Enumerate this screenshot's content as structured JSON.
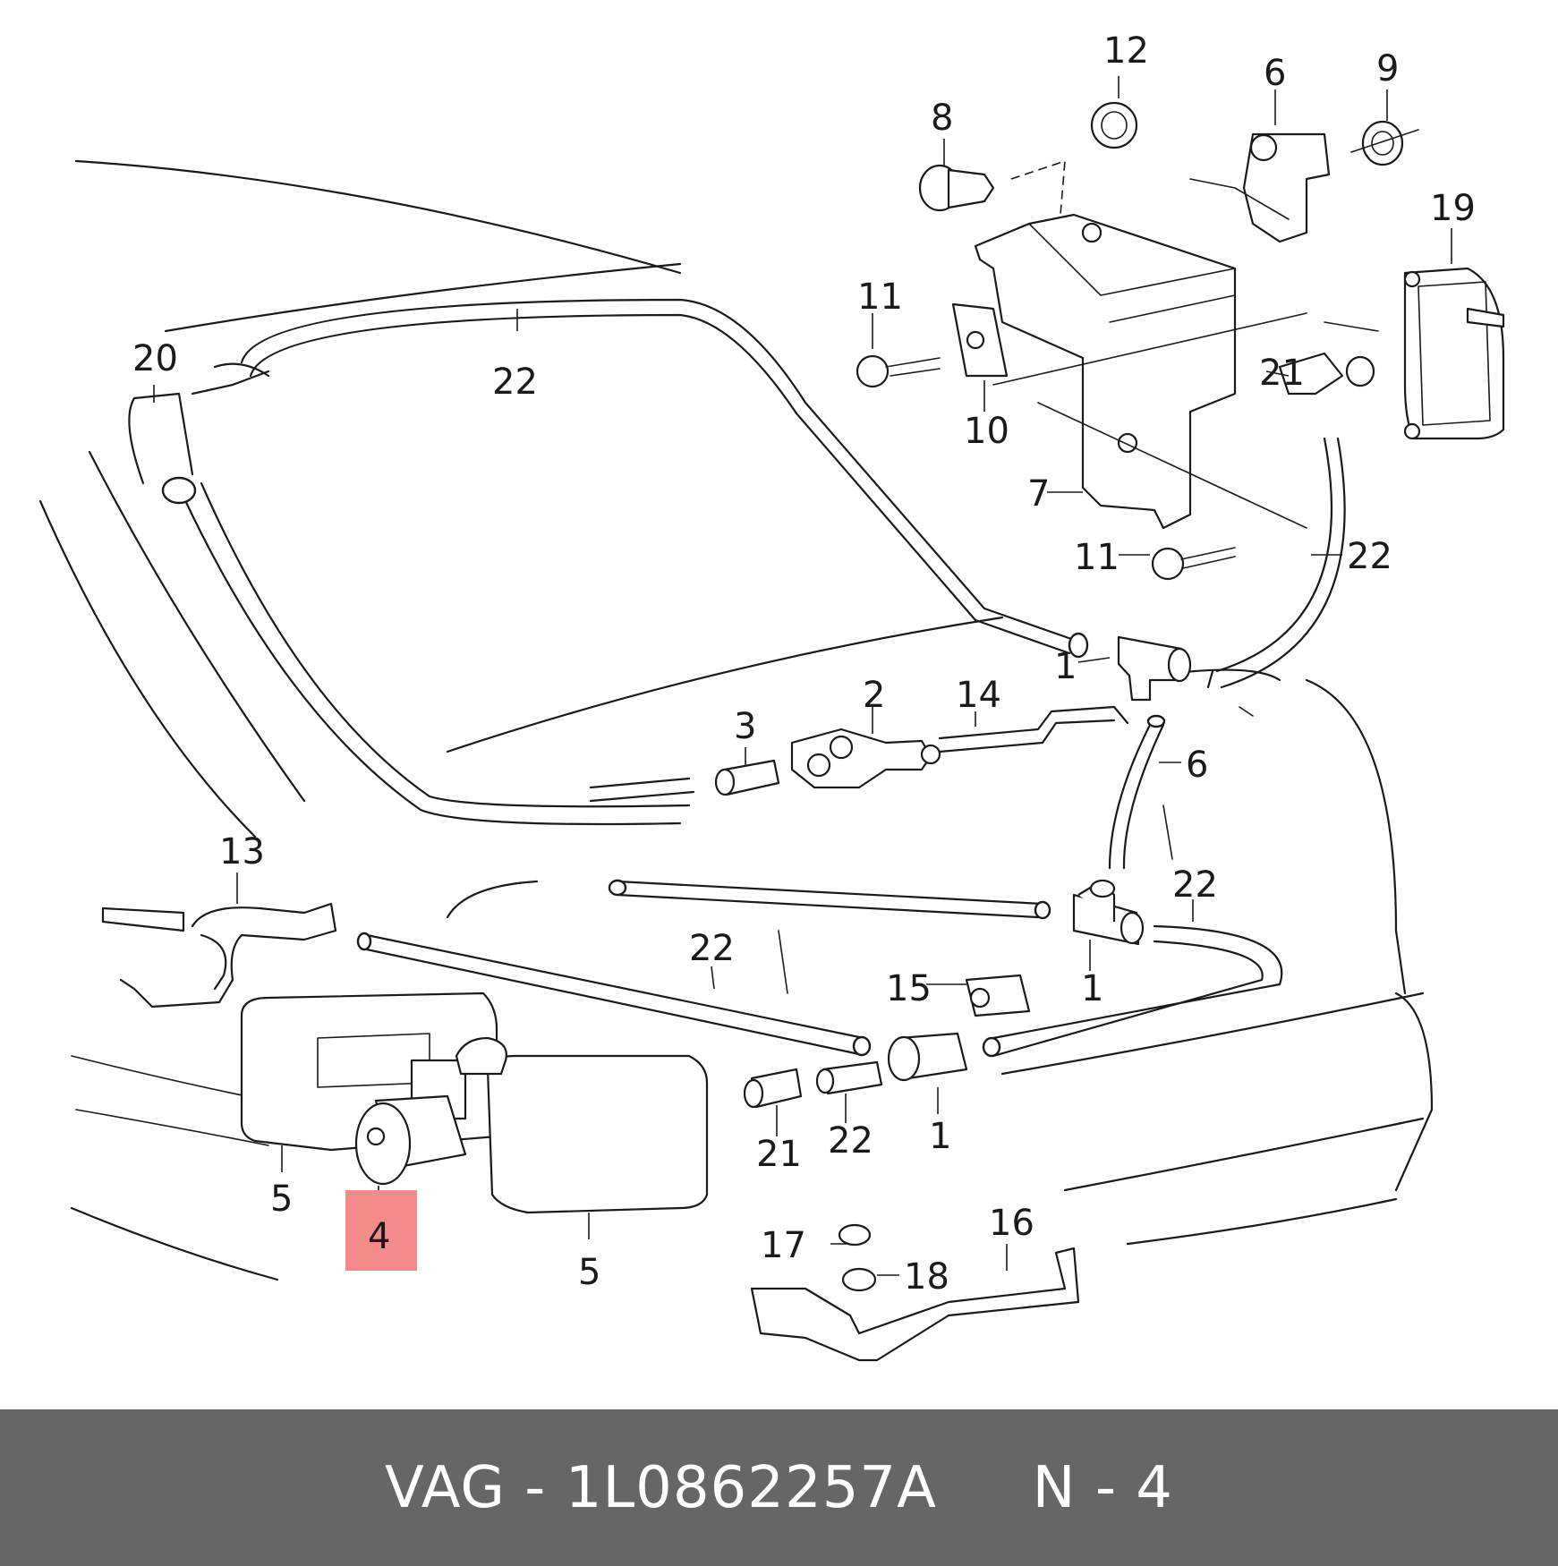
{
  "diagram": {
    "callouts": {
      "c1a": "1",
      "c1b": "1",
      "c1c": "1",
      "c2": "2",
      "c3": "3",
      "c4": "4",
      "c5a": "5",
      "c5b": "5",
      "c6a": "6",
      "c6b": "6",
      "c7": "7",
      "c8": "8",
      "c9": "9",
      "c10": "10",
      "c11a": "11",
      "c11b": "11",
      "c12": "12",
      "c13": "13",
      "c14": "14",
      "c15": "15",
      "c16": "16",
      "c17": "17",
      "c18": "18",
      "c19": "19",
      "c20": "20",
      "c21a": "21",
      "c21b": "21",
      "c22a": "22",
      "c22b": "22",
      "c22c": "22",
      "c22d": "22",
      "c22e": "22"
    },
    "highlighted_callout": "4",
    "highlight_color": "#f48a8a"
  },
  "footer": {
    "text": "VAG - 1L0862257A     N - 4",
    "background": "#666666",
    "text_color": "#ffffff"
  }
}
